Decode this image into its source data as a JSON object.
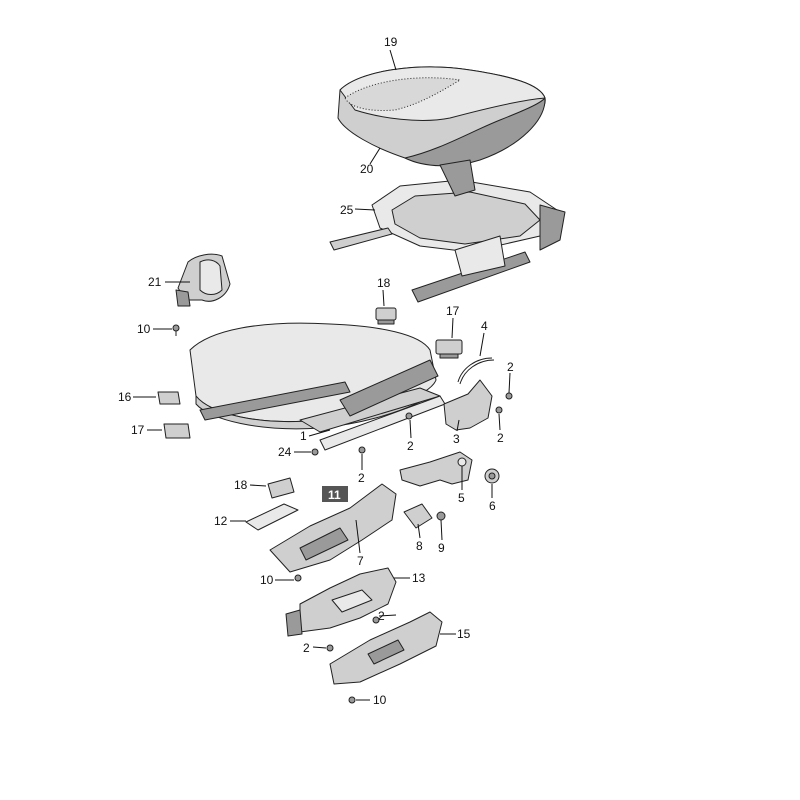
{
  "labels": [
    {
      "id": "p19",
      "text": "19"
    },
    {
      "id": "p20",
      "text": "20"
    },
    {
      "id": "p25",
      "text": "25"
    },
    {
      "id": "p21",
      "text": "21"
    },
    {
      "id": "p18a",
      "text": "18"
    },
    {
      "id": "p17a",
      "text": "17"
    },
    {
      "id": "p4",
      "text": "4"
    },
    {
      "id": "p10a",
      "text": "10"
    },
    {
      "id": "p2a",
      "text": "2"
    },
    {
      "id": "p16",
      "text": "16"
    },
    {
      "id": "p17b",
      "text": "17"
    },
    {
      "id": "p1",
      "text": "1"
    },
    {
      "id": "p3",
      "text": "3"
    },
    {
      "id": "p2b",
      "text": "2"
    },
    {
      "id": "p2c",
      "text": "2"
    },
    {
      "id": "p24",
      "text": "24"
    },
    {
      "id": "p2d",
      "text": "2"
    },
    {
      "id": "p18b",
      "text": "18"
    },
    {
      "id": "p11",
      "text": "11"
    },
    {
      "id": "p5",
      "text": "5"
    },
    {
      "id": "p6",
      "text": "6"
    },
    {
      "id": "p12",
      "text": "12"
    },
    {
      "id": "p8",
      "text": "8"
    },
    {
      "id": "p9",
      "text": "9"
    },
    {
      "id": "p7",
      "text": "7"
    },
    {
      "id": "p10b",
      "text": "10"
    },
    {
      "id": "p13",
      "text": "13"
    },
    {
      "id": "p2e",
      "text": "2"
    },
    {
      "id": "p15",
      "text": "15"
    },
    {
      "id": "p2f",
      "text": "2"
    },
    {
      "id": "p10c",
      "text": "10"
    }
  ]
}
